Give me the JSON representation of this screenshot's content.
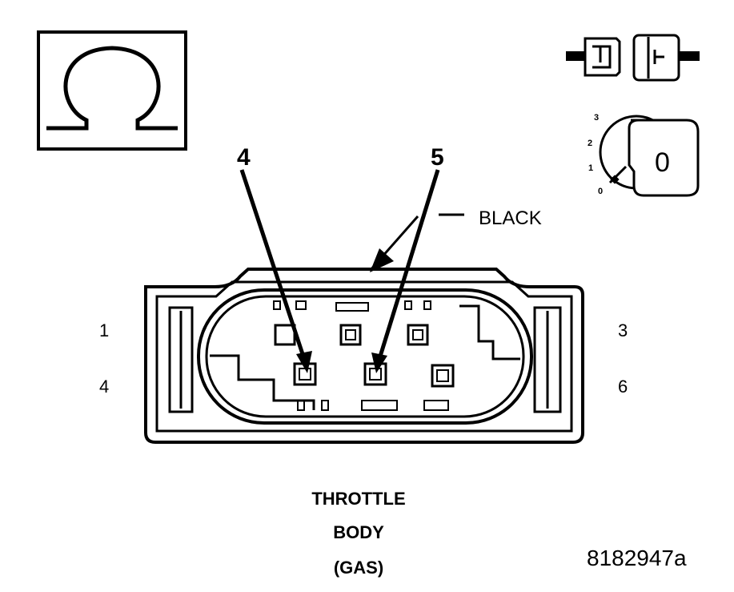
{
  "ohm_icon": {
    "symbol": "Ω",
    "icon": "ohmmeter-icon"
  },
  "disconnect_icon": {
    "icon": "disconnect-connector-icon"
  },
  "ignition_icon": {
    "icon": "ignition-key-off-icon",
    "positions": [
      "3",
      "2",
      "1",
      "0"
    ],
    "key_label": "0"
  },
  "probes": [
    {
      "label": "4"
    },
    {
      "label": "5"
    }
  ],
  "connector": {
    "color_label": "BLACK",
    "pin_labels": {
      "top_left": "1",
      "bottom_left": "4",
      "top_right": "3",
      "bottom_right": "6"
    }
  },
  "caption": {
    "line1": "THROTTLE",
    "line2": "BODY",
    "line3": "(GAS)"
  },
  "figure_id": "8182947a"
}
